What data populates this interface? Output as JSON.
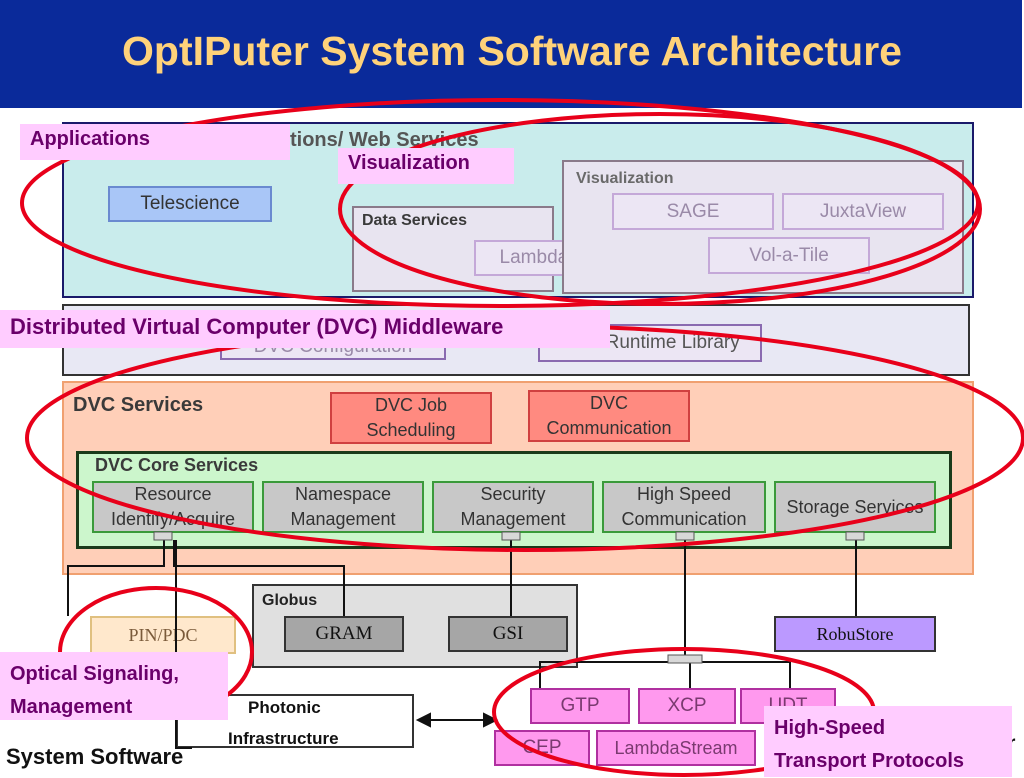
{
  "title": "OptIPuter System Software Architecture",
  "layers": {
    "applications_header": "tions/ Web Services",
    "telescience": "Telescience",
    "data_services": "Data Services",
    "lambdaram": "LambdaRAM",
    "visualization_label": "Visualization",
    "sage": "SAGE",
    "juxtaview": "JuxtaView",
    "vol_a_tile": "Vol-a-Tile",
    "dvc_configuration": "DVC Configuration",
    "dvc_runtime": "DVC Runtime Library",
    "dvc_services": "DVC Services",
    "dvc_job_scheduling": "DVC Job Scheduling",
    "dvc_communication": "DVC Communication",
    "dvc_core_services": "DVC Core Services",
    "core": [
      "Resource Identify/Acquire",
      "Namespace Management",
      "Security Management",
      "High Speed Communication",
      "Storage Services"
    ],
    "globus": "Globus",
    "gram": "GRAM",
    "gsi": "GSI",
    "pin_pdc": "PIN/PDC",
    "robustore": "RobuStore",
    "photonic_1": "Photonic",
    "photonic_2": "Infrastructure",
    "gtp": "GTP",
    "xcp": "XCP",
    "udt": "UDT",
    "cep": "CEP",
    "lambdastream": "LambdaStream",
    "trailing_r": "r",
    "footer": "System Software"
  },
  "callouts": {
    "applications": "Applications",
    "visualization": "Visualization",
    "dvc_middleware": "Distributed Virtual Computer (DVC) Middleware",
    "optical_1": "Optical Signaling,",
    "optical_2": "Management",
    "transport_1": "High-Speed",
    "transport_2": "Transport Protocols"
  },
  "colors": {
    "title_bg": "#0a2a9a",
    "title_text": "#ffd27a",
    "ellipse": "#e8001a",
    "callout_bg": "#ffccff"
  }
}
